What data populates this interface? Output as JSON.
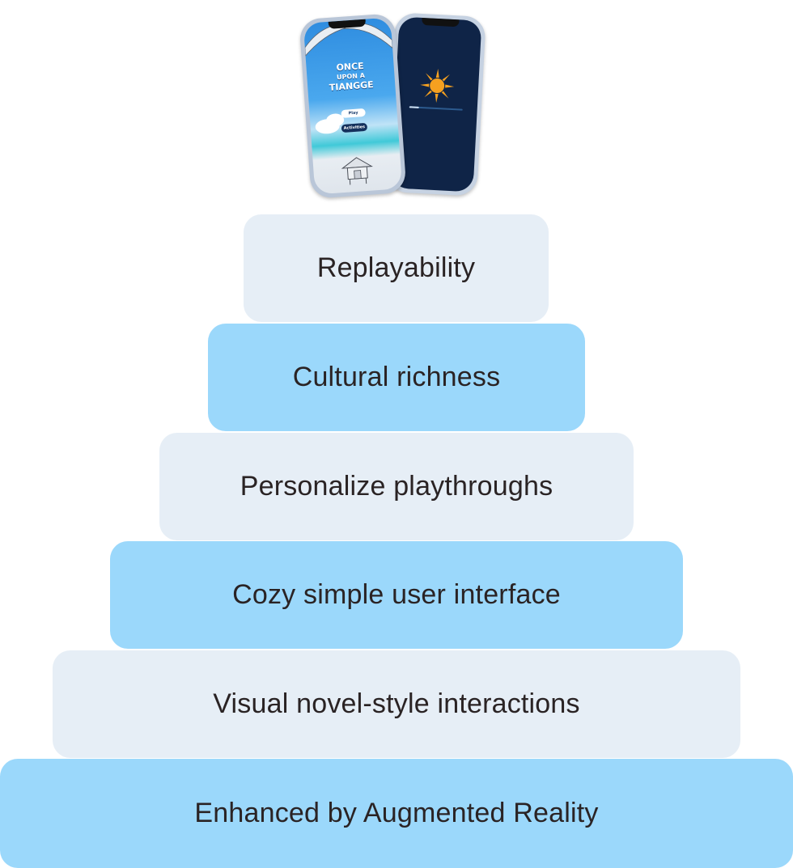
{
  "phones": {
    "game_title_lines": [
      "ONCE",
      "UPON A",
      "TIANGGE"
    ],
    "play_label": "Play",
    "activities_label": "Activities"
  },
  "pyramid": {
    "tiers": [
      {
        "label": "Replayability",
        "color": "#e6eef6"
      },
      {
        "label": "Cultural richness",
        "color": "#9bd8fb"
      },
      {
        "label": "Personalize playthroughs",
        "color": "#e6eef6"
      },
      {
        "label": "Cozy simple user interface",
        "color": "#9bd8fb"
      },
      {
        "label": "Visual novel-style interactions",
        "color": "#e6eef6"
      },
      {
        "label": "Enhanced by Augmented Reality",
        "color": "#9bd8fb"
      }
    ]
  }
}
